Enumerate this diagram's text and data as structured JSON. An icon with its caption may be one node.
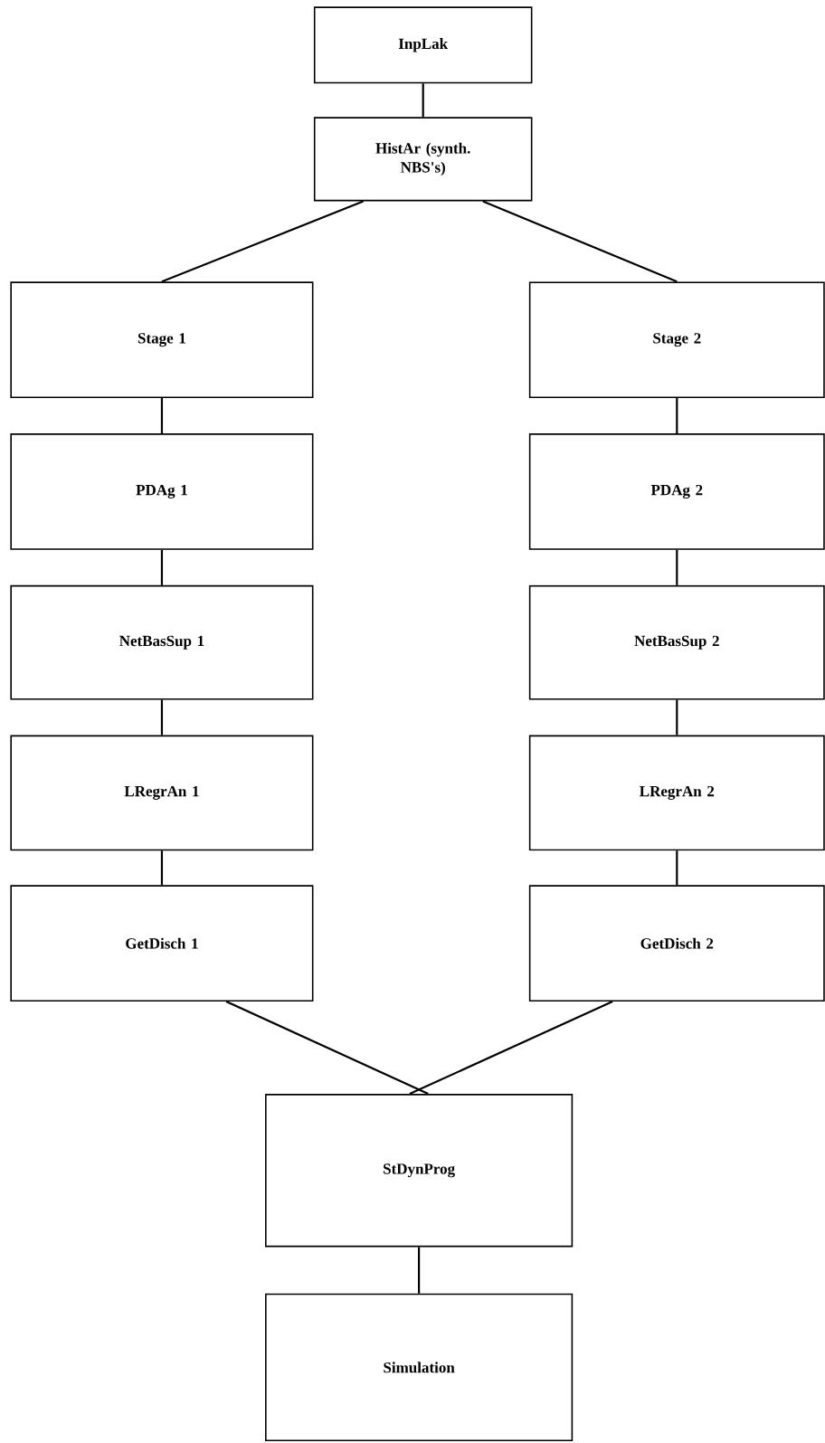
{
  "diagram": {
    "nodes": [
      {
        "text": [
          "InpLak"
        ]
      },
      {
        "text": [
          "HistAr (synth. NBS's)"
        ]
      },
      {
        "text": [
          "Stage 1"
        ]
      },
      {
        "text": [
          "Stage 2"
        ]
      },
      {
        "text": [
          "PDAg 1"
        ]
      },
      {
        "text": [
          "PDAg 2"
        ]
      },
      {
        "text": [
          "NetBasSup 1"
        ]
      },
      {
        "text": [
          "NetBasSup 2"
        ]
      },
      {
        "text": [
          "LRegrAn 1"
        ]
      },
      {
        "text": [
          "LRegrAn 2"
        ]
      },
      {
        "text": [
          "GetDisch 1"
        ]
      },
      {
        "text": [
          "GetDisch 2"
        ]
      },
      {
        "text": [
          "StDynProg"
        ]
      },
      {
        "text": [
          "Simulation"
        ]
      }
    ],
    "edges": [
      {
        "from": 0,
        "to": 1,
        "arrow": "none"
      },
      {
        "from": 1,
        "to": 2,
        "arrow": "none"
      },
      {
        "from": 1,
        "to": 3,
        "arrow": "none"
      },
      {
        "from": 2,
        "to": 4,
        "arrow": "none"
      },
      {
        "from": 3,
        "to": 5,
        "arrow": "none"
      },
      {
        "from": 4,
        "to": 6,
        "arrow": "none"
      },
      {
        "from": 5,
        "to": 7,
        "arrow": "none"
      },
      {
        "from": 6,
        "to": 8,
        "arrow": "none"
      },
      {
        "from": 7,
        "to": 9,
        "arrow": "none"
      },
      {
        "from": 8,
        "to": 10,
        "arrow": "none"
      },
      {
        "from": 9,
        "to": 11,
        "arrow": "none"
      },
      {
        "from": 10,
        "to": 12,
        "arrow": "none"
      },
      {
        "from": 11,
        "to": 12,
        "arrow": "none"
      },
      {
        "from": 12,
        "to": 13,
        "arrow": "none"
      }
    ]
  }
}
